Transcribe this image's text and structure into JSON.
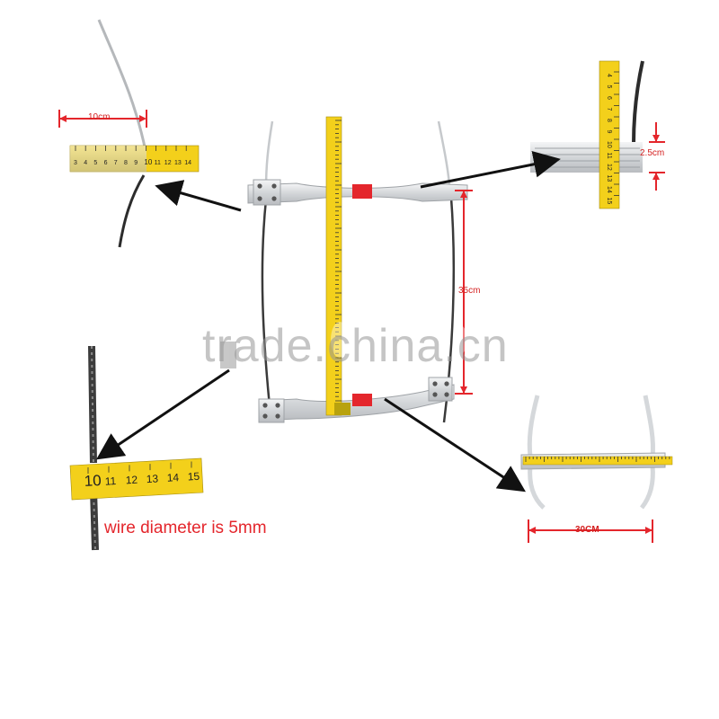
{
  "colors": {
    "tape_yellow": "#f2d21c",
    "dimension_red": "#e4262c",
    "arrow_black": "#111111",
    "aluminum": "#d9dcdf",
    "cable_dark": "#3a3a3a"
  },
  "dimensions": {
    "top_left_length": "10cm",
    "top_right_width": "2.5cm",
    "center_height": "35cm",
    "bottom_right_width": "30CM"
  },
  "caption": {
    "wire_diameter": "wire diameter is 5mm"
  },
  "watermark": "trade.china.cn",
  "tape_ticks": {
    "top_left": [
      "3",
      "4",
      "5",
      "6",
      "7",
      "8",
      "9",
      "10",
      "11",
      "12",
      "13",
      "14"
    ],
    "bottom_left": [
      "10",
      "11",
      "12",
      "13",
      "14",
      "15"
    ],
    "top_right": [
      "4",
      "5",
      "6",
      "7",
      "8",
      "9",
      "10",
      "11",
      "12",
      "13",
      "14",
      "15"
    ]
  }
}
